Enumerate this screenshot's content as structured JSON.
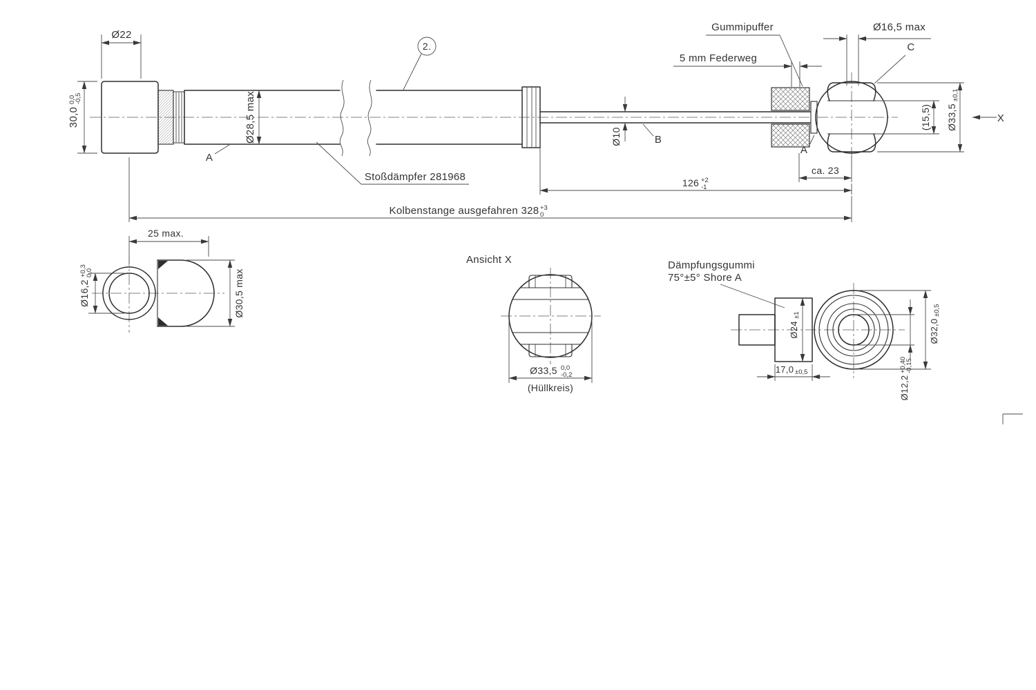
{
  "meta": {
    "background": "#ffffff",
    "line_color": "#2d2d2d",
    "text_color": "#333333",
    "drawing_type": "shock absorber technical drawing"
  },
  "main_view": {
    "dim_d22": "Ø22",
    "dim_30": {
      "value": "30,0",
      "tol_upper": "0,0",
      "tol_lower": "-0,5"
    },
    "dim_d28_5": "Ø28,5 max",
    "balloon": "2.",
    "part_label": "Stoßdämpfer 281968",
    "gummipuffer_label": "Gummipuffer",
    "federweg_label": "5 mm Federweg",
    "dim_d16_5": "Ø16,5 max",
    "label_c": "C",
    "dim_15_5": "(15,5)",
    "dim_d33_5": {
      "value": "Ø33,5",
      "tol": "±0,1"
    },
    "view_arrow_label": "X",
    "dim_d10": "Ø10",
    "label_b": "B",
    "label_a_left": "A",
    "label_a_right": "A",
    "dim_ca_23": "ca. 23",
    "dim_126": {
      "value": "126",
      "tol_upper": "+2",
      "tol_lower": "-1"
    },
    "dim_total": {
      "value": "Kolbenstange ausgefahren 328",
      "tol_upper": "+3",
      "tol_lower": "0"
    }
  },
  "eye_view": {
    "dim_25": "25 max.",
    "dim_d16_2": {
      "value": "Ø16,2",
      "tol_upper": "+0,3",
      "tol_lower": "0,0"
    },
    "dim_d30_5": "Ø30,5 max"
  },
  "view_x": {
    "title": "Ansicht X",
    "dim_d33_5": {
      "value": "Ø33,5",
      "tol_upper": "0,0",
      "tol_lower": "-0,2"
    },
    "caption": "(Hüllkreis)"
  },
  "rubber_view": {
    "label_line1": "Dämpfungsgummi",
    "label_line2": "75°±5° Shore A",
    "dim_d24": {
      "value": "Ø24",
      "tol": "±1"
    },
    "dim_17": {
      "value": "17,0",
      "tol": "±0,5"
    },
    "dim_d32": {
      "value": "Ø32,0",
      "tol": "±0,5"
    },
    "dim_d12_2": {
      "value": "Ø12,2",
      "tol_upper": "+0,40",
      "tol_lower": "-0,15"
    }
  }
}
